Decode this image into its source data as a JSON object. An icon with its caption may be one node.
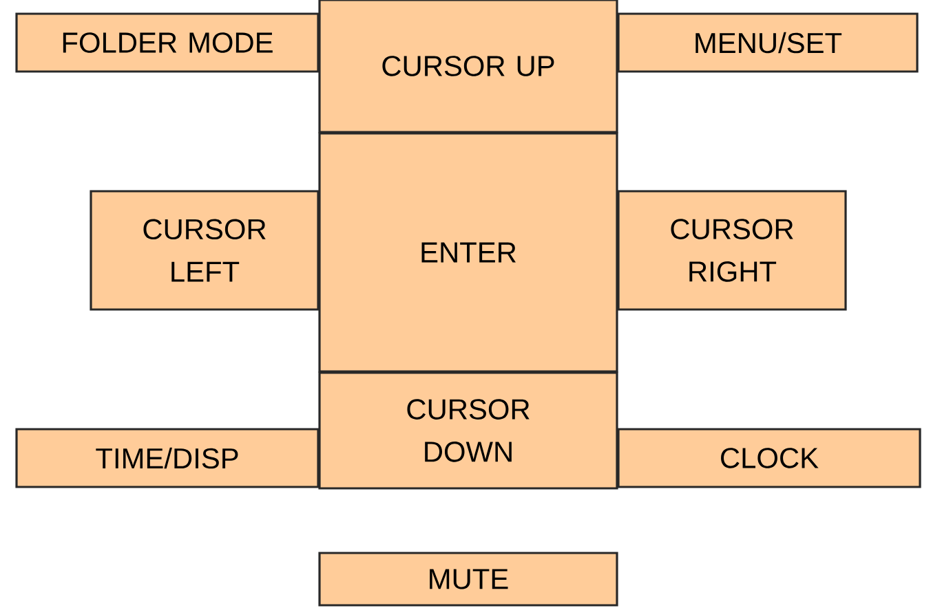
{
  "diagram": {
    "nodes": [
      {
        "text": [
          "FOLDER MODE"
        ]
      },
      {
        "text": [
          "CURSOR UP"
        ]
      },
      {
        "text": [
          "MENU/SET"
        ]
      },
      {
        "text": [
          "CURSOR LEFT"
        ]
      },
      {
        "text": [
          "ENTER"
        ]
      },
      {
        "text": [
          "CURSOR RIGHT"
        ]
      },
      {
        "text": [
          "CURSOR DOWN"
        ]
      },
      {
        "text": [
          "TIME/DISP"
        ]
      },
      {
        "text": [
          "CLOCK"
        ]
      },
      {
        "text": [
          "MUTE"
        ]
      }
    ]
  }
}
